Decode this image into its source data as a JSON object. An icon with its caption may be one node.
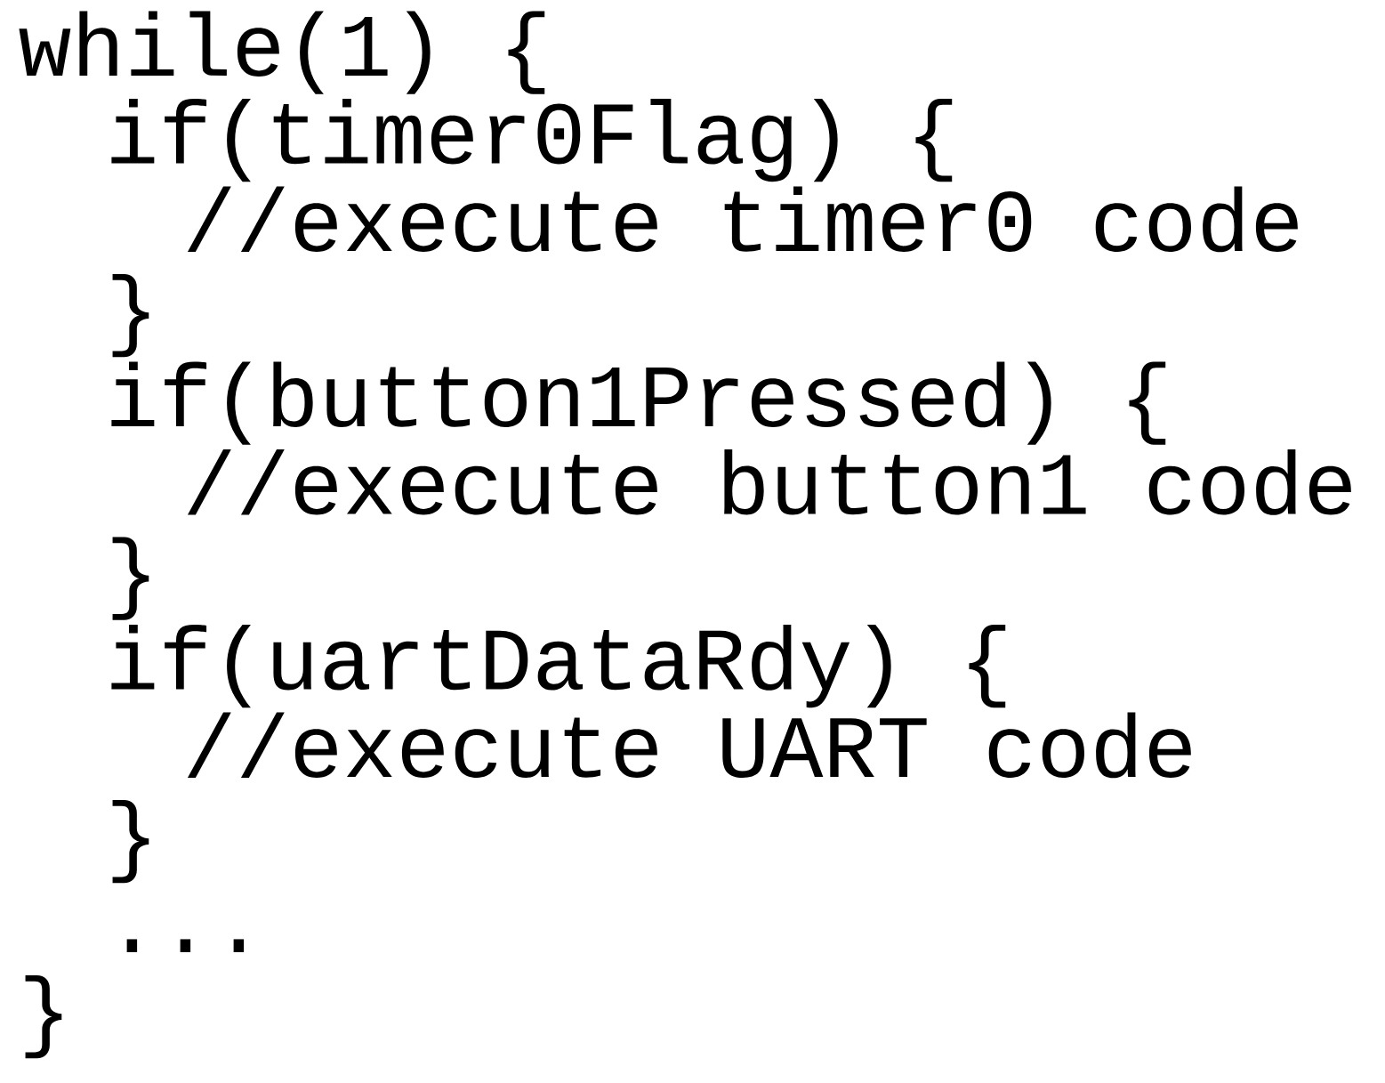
{
  "diagram": {
    "labels": [
      "while(1) {",
      "if(timer0Flag) {",
      "//execute timer0 code",
      "}",
      "if(button1Pressed) {",
      "//execute button1 code",
      "}",
      "if(uartDataRdy) {",
      "//execute UART code",
      "}",
      "...",
      "}"
    ]
  }
}
